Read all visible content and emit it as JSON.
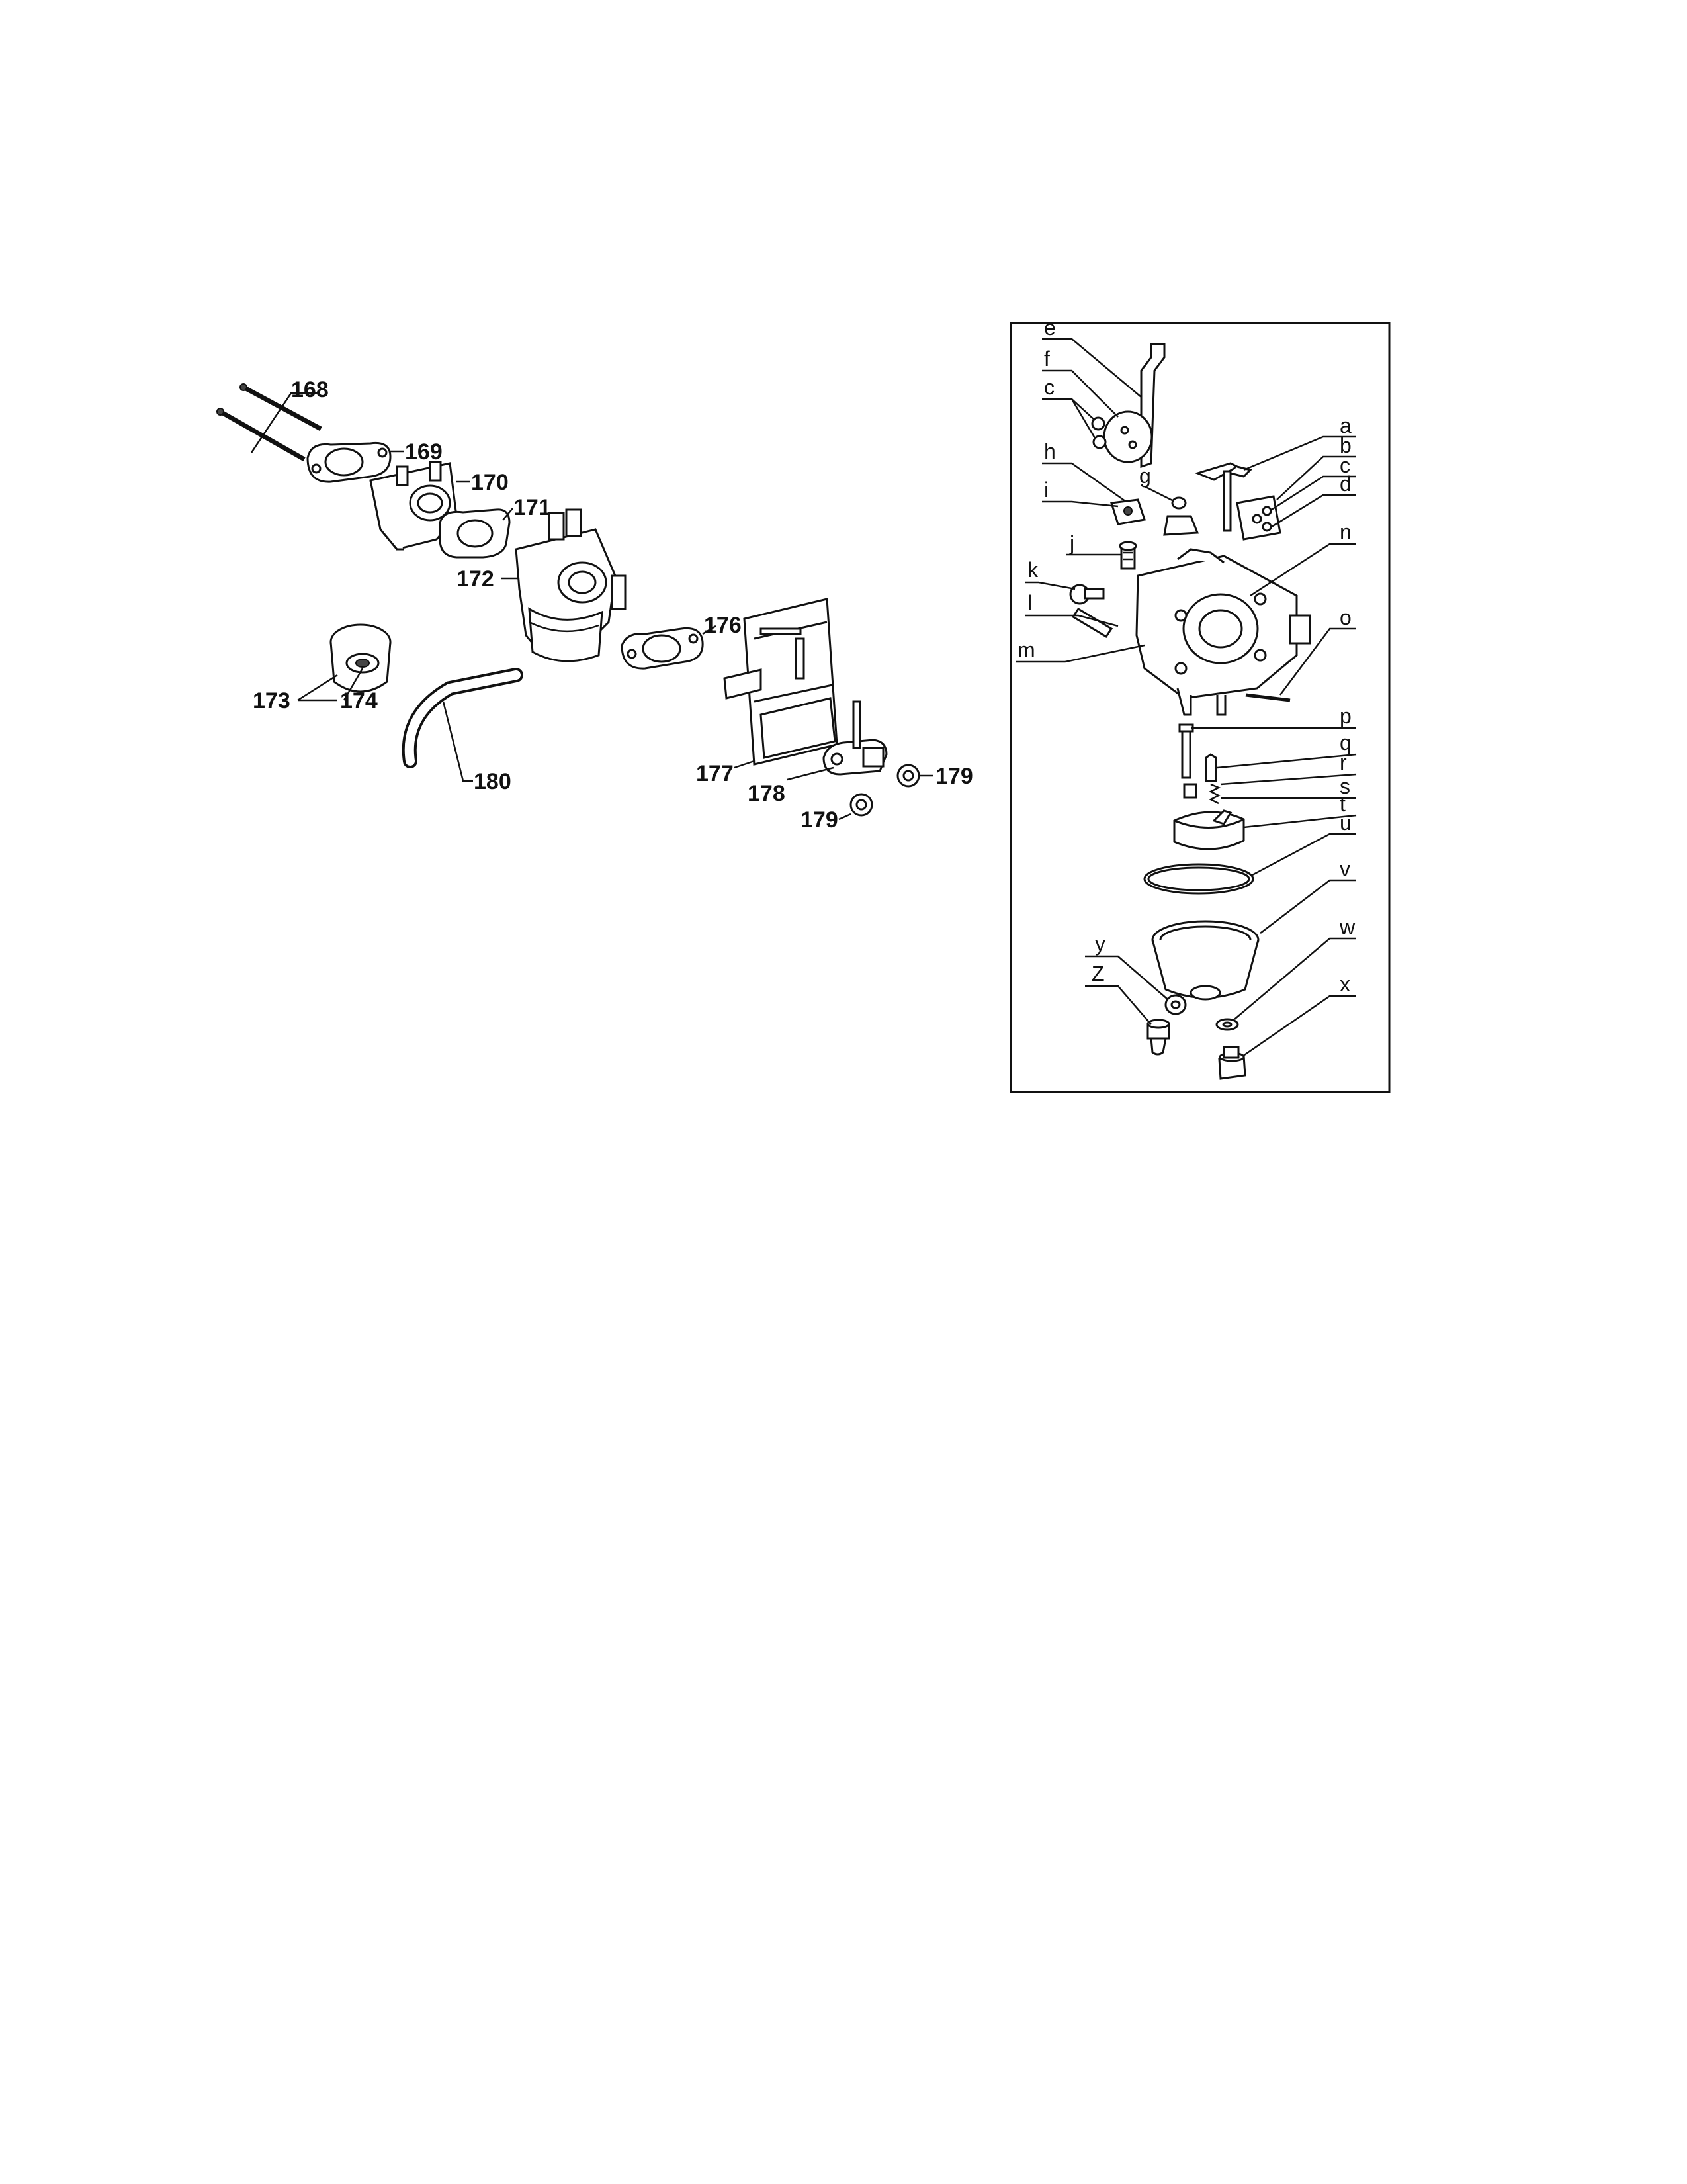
{
  "main_callouts": {
    "c168": "168",
    "c169": "169",
    "c170": "170",
    "c171": "171",
    "c172": "172",
    "c173": "173",
    "c174": "174",
    "c176": "176",
    "c177": "177",
    "c178": "178",
    "c179a": "179",
    "c179b": "179",
    "c180": "180"
  },
  "detail_callouts": {
    "e": "e",
    "f": "f",
    "c1": "c",
    "h": "h",
    "g": "g",
    "i": "i",
    "j": "j",
    "k": "k",
    "l": "l",
    "m": "m",
    "a": "a",
    "b": "b",
    "c2": "c",
    "d": "d",
    "n": "n",
    "o": "o",
    "p": "p",
    "q": "q",
    "r": "r",
    "s": "s",
    "t": "t",
    "u": "u",
    "v": "v",
    "w": "w",
    "y": "y",
    "Z": "Z",
    "x": "x"
  }
}
